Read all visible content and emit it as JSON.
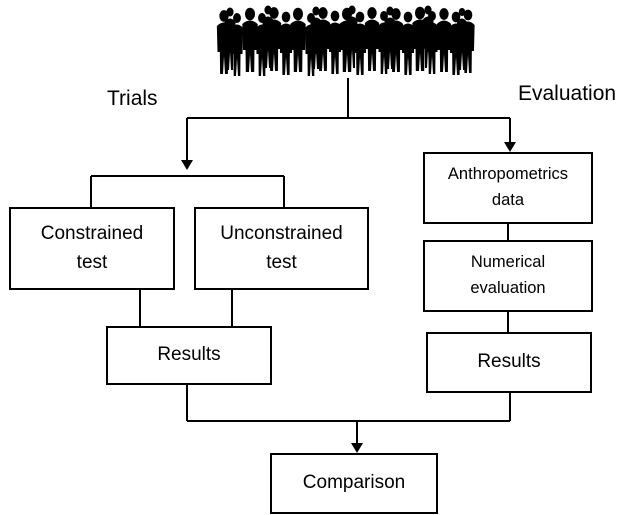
{
  "labels": {
    "trials": "Trials",
    "evaluation": "Evaluation"
  },
  "boxes": {
    "constrained": "Constrained\ntest",
    "unconstrained": "Unconstrained\ntest",
    "results_left": "Results",
    "anthropometrics": "Anthropometrics\ndata",
    "numerical": "Numerical\nevaluation",
    "results_right": "Results",
    "comparison": "Comparison"
  },
  "icons": {
    "crowd": "people-crowd-silhouette-icon"
  }
}
